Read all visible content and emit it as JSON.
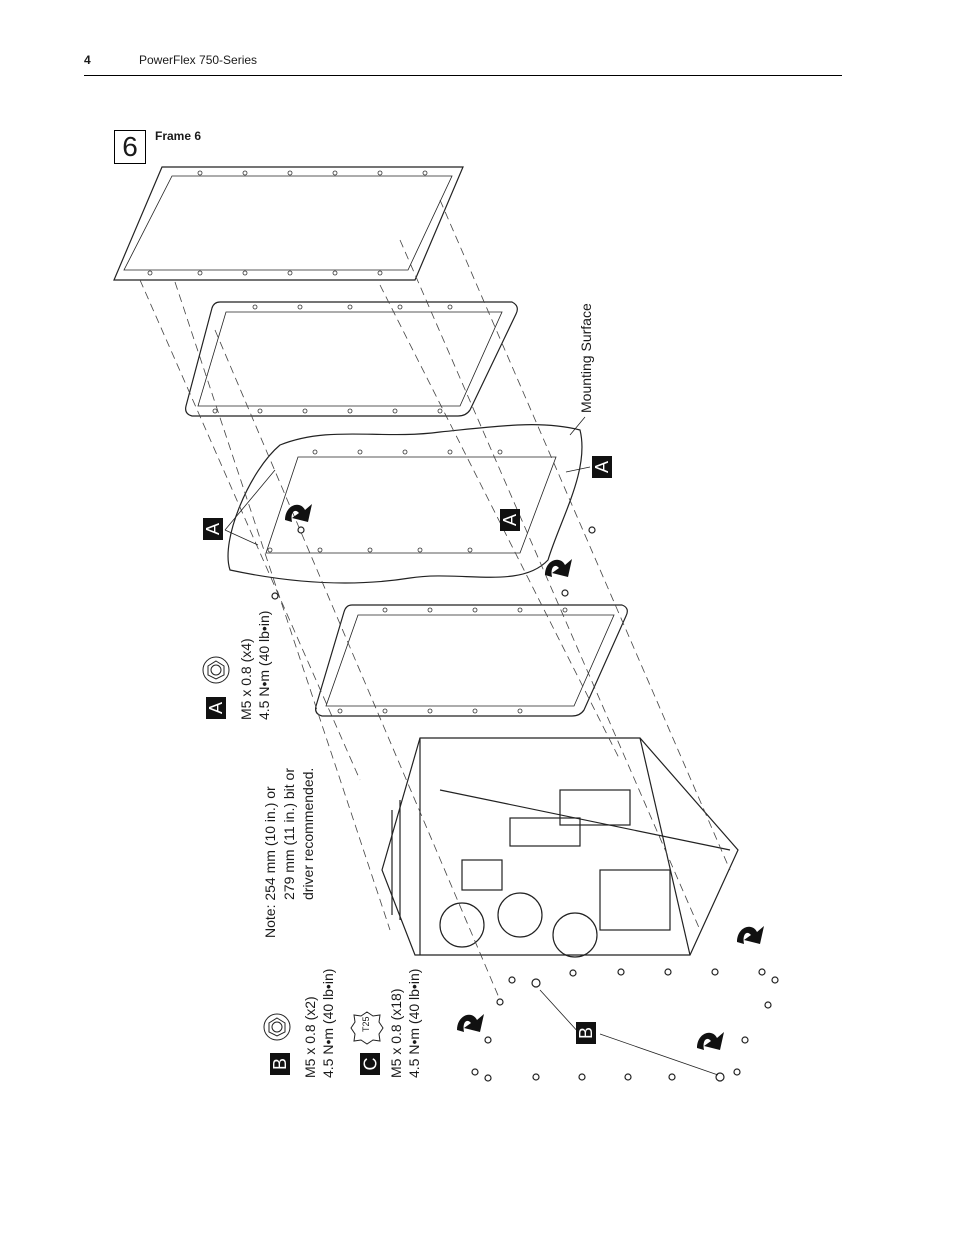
{
  "header": {
    "page_number": "4",
    "document_title": "PowerFlex 750-Series"
  },
  "figure": {
    "frame_number": "6",
    "frame_title": "Frame 6",
    "mounting_surface_label": "Mounting Surface",
    "callouts": {
      "a": "A",
      "b": "B",
      "c": "C"
    },
    "fastener_a": {
      "key": "A",
      "line1": "M5 x 0.8 (x4)",
      "line2": "4.5 N•m (40 lb•in)"
    },
    "fastener_b": {
      "key": "B",
      "line1": "M5 x 0.8 (x2)",
      "line2": "4.5 N•m (40 lb•in)"
    },
    "fastener_c": {
      "key": "C",
      "bit_label": "T25",
      "line1": "M5 x 0.8 (x18)",
      "line2": "4.5 N•m (40 lb•in)"
    },
    "note": {
      "line1": "Note: 254 mm (10 in.) or",
      "line2": "279 mm (11 in.) bit or",
      "line3": "driver recommended."
    }
  }
}
